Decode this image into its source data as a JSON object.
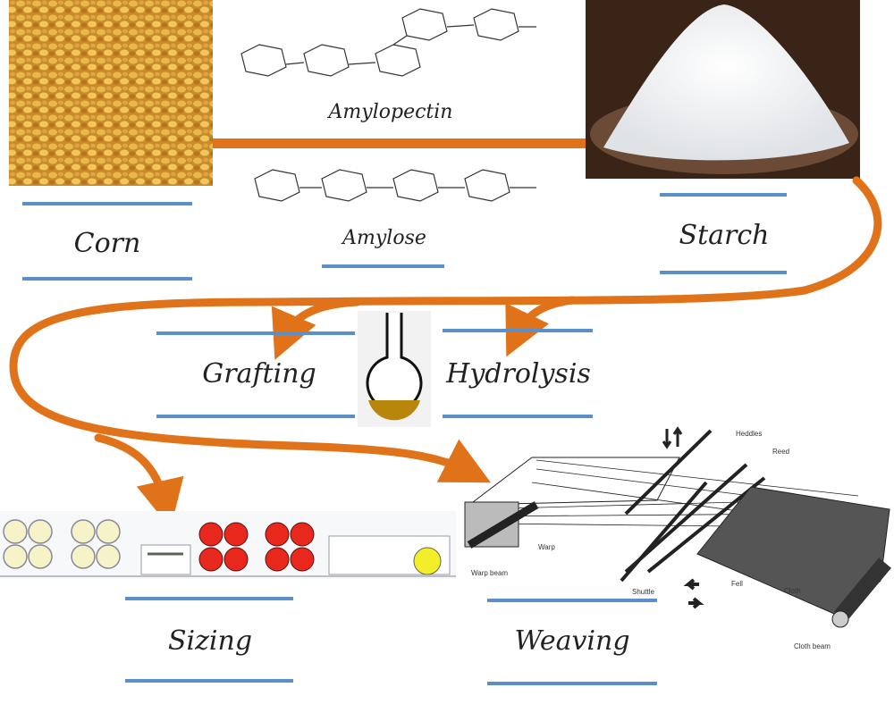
{
  "labels": {
    "corn": "Corn",
    "amylopectin": "Amylopectin",
    "amylose": "Amylose",
    "starch": "Starch",
    "grafting": "Grafting",
    "hydrolysis": "Hydrolysis",
    "sizing": "Sizing",
    "weaving": "Weaving"
  },
  "loom_labels": {
    "heddles": "Heddles",
    "reed": "Reed",
    "warp": "Warp",
    "warp_beam": "Warp beam",
    "shuttle": "Shuttle",
    "fell": "Fell",
    "cloth": "Cloth",
    "cloth_beam": "Cloth beam"
  },
  "colors": {
    "arrow": "#e0731a",
    "underline": "#5b8fc7",
    "corn": "#d9a23a",
    "starch_bg": "#3a2418",
    "sizing_red": "#e8281c",
    "sizing_cream": "#f6f3c8",
    "sizing_yellow": "#f2ee2a",
    "flask_liquid": "#b8860b"
  }
}
